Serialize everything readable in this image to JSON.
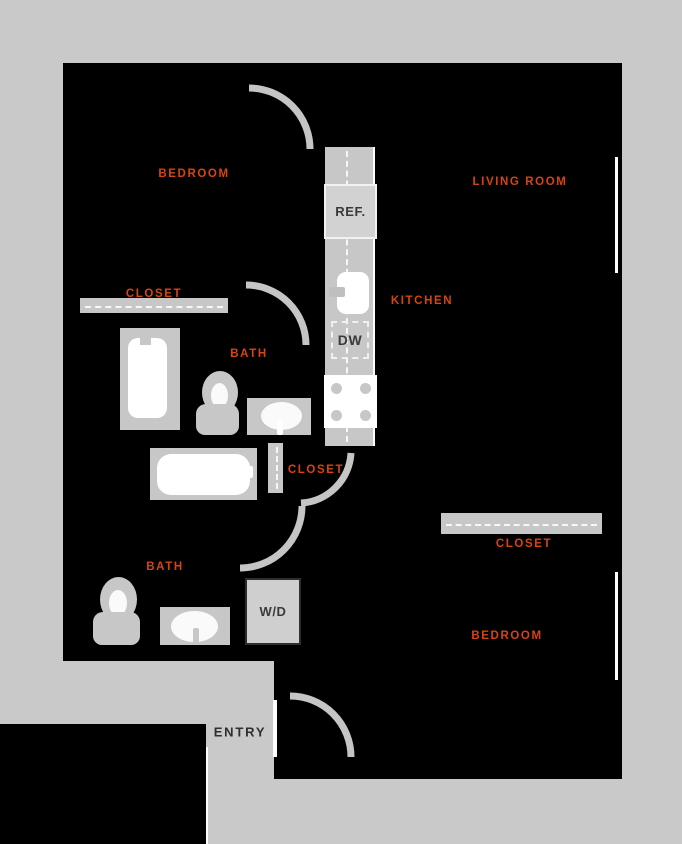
{
  "colors": {
    "background": "#c9c9c9",
    "walls": "#000000",
    "fixtures": "#c7c7c7",
    "room_label": "#d8430f",
    "entry_label": "#2f2f2f"
  },
  "room_labels": {
    "bedroom1": "BEDROOM",
    "living_room": "LIVING ROOM",
    "kitchen": "KITCHEN",
    "closet_bedroom1": "CLOSET",
    "bath1": "BATH",
    "closet_hall": "CLOSET",
    "closet_bedroom2": "CLOSET",
    "bedroom2": "BEDROOM",
    "bath2": "BATH",
    "entry": "ENTRY"
  },
  "fixture_labels": {
    "refrigerator": "REF.",
    "dishwasher": "DW",
    "washer_dryer": "W/D"
  }
}
